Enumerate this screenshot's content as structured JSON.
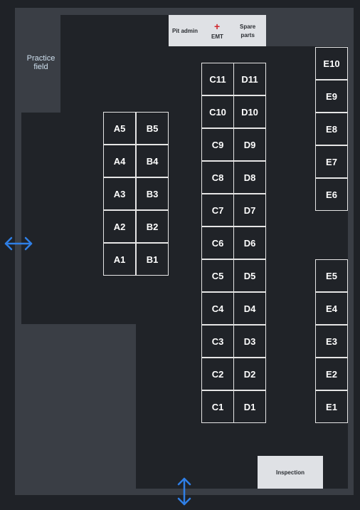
{
  "zones": {
    "practice_field": "Practice\nfield"
  },
  "pit_services": {
    "pit_admin": "Pit admin",
    "emt_symbol": "+",
    "emt": "EMT",
    "spare_parts": "Spare\nparts"
  },
  "inspection": "Inspection",
  "pits": {
    "A": [
      "A1",
      "A2",
      "A3",
      "A4",
      "A5"
    ],
    "B": [
      "B1",
      "B2",
      "B3",
      "B4",
      "B5"
    ],
    "C": [
      "C1",
      "C2",
      "C3",
      "C4",
      "C5",
      "C6",
      "C7",
      "C8",
      "C9",
      "C10",
      "C11"
    ],
    "D": [
      "D1",
      "D2",
      "D3",
      "D4",
      "D5",
      "D6",
      "D7",
      "D8",
      "D9",
      "D10",
      "D11"
    ],
    "E": [
      "E1",
      "E2",
      "E3",
      "E4",
      "E5",
      "E6",
      "E7",
      "E8",
      "E9",
      "E10"
    ]
  },
  "colors": {
    "background": "#1f2227",
    "wall": "#3a3e45",
    "floor": "#202328",
    "booth_border": "#e6e6e6",
    "service_area": "#dfe1e5",
    "emt_red": "#d0262c",
    "entrance_arrow": "#2f7fe6"
  },
  "icons": {
    "west_entrance": "double-arrow-horizontal-icon",
    "south_entrance": "double-arrow-vertical-icon"
  }
}
